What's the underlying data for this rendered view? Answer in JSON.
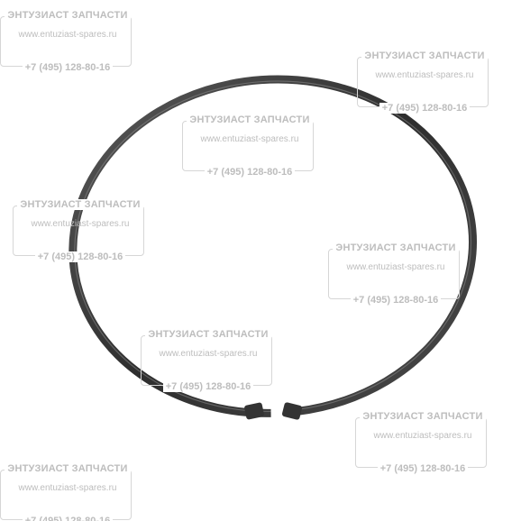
{
  "image": {
    "subject": "retaining-ring-icon",
    "ring_color": "#3a3a3a",
    "ring_highlight": "#8a8a8a",
    "background": "#ffffff"
  },
  "watermark": {
    "brand": "ЭНТУЗИАСТ ЗАПЧАСТИ",
    "site": "www.entuziast-spares.ru",
    "phone": "+7 (495) 128-80-16",
    "color": "#bdbdbd"
  }
}
